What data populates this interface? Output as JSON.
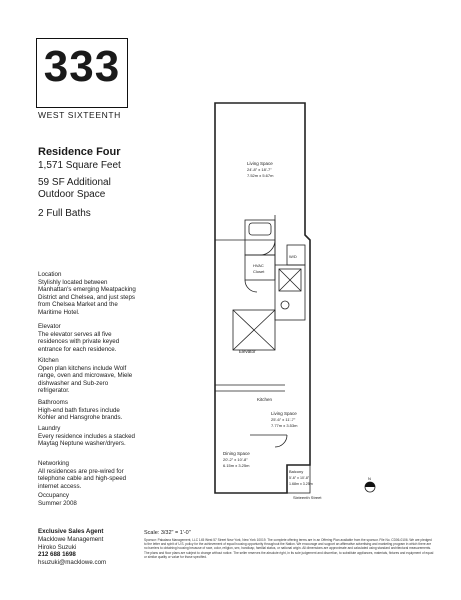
{
  "brand": {
    "number": "333",
    "street": "WEST SIXTEENTH"
  },
  "residence": {
    "title": "Residence Four",
    "square_feet": "1,571 Square Feet",
    "outdoor": "59 SF Additional Outdoor Space",
    "baths": "2 Full Baths"
  },
  "features": [
    {
      "heading": "Location",
      "body": "Stylishly located between Manhattan's emerging Meatpacking District and Chelsea, and just steps from Chelsea Market and the Maritime Hotel."
    },
    {
      "heading": "Elevator",
      "body": "The elevator serves all five residences with private keyed entrance for each residence."
    },
    {
      "heading": "Kitchen",
      "body": "Open plan kitchens include Wolf range, oven and microwave, Miele dishwasher and Sub-zero refrigerator."
    },
    {
      "heading": "Bathrooms",
      "body": "High-end bath fixtures include Kohler and Hansgrohe brands."
    },
    {
      "heading": "Laundry",
      "body": "Every residence includes a stacked Maytag Neptune washer/dryers."
    },
    {
      "heading": "Networking",
      "body": "All residences are pre-wired for telephone cable and high-speed internet access."
    },
    {
      "heading": "Occupancy",
      "body": "Summer 2008"
    }
  ],
  "agent": {
    "heading": "Exclusive Sales Agent",
    "company": "Macklowe Management",
    "name": "Hiroko Suzuki",
    "phone": "212 688 1698",
    "email": "hsuzuki@macklowe.com"
  },
  "scale": "Scale: 3/32\" = 1'-0\"",
  "disclaimer": "Sponsor: Pakalana Management, LLC 145 West 57 Street New York, New York 10019. The complete offering terms are in an Offering Plan available from the sponsor. File No. CD06-0106. We are pledged to the letter and spirit of U.S. policy for the achievement of equal housing opportunity throughout the Nation. We encourage and support an affirmative advertising and marketing program in which there are no barriers to obtaining housing because of race, color, religion, sex, handicap, familial status, or national origin. All dimensions are approximate and calculated using standard architectural measurements. The plans and floor plans are subject to change without notice. The seller reserves the absolute right, in its sole judgement and discretion, to substitute appliances, materials, fixtures and equipment of equal or similar quality or value for those specified.",
  "plan": {
    "living_top": {
      "name": "Living Space",
      "dims_ft": "24'-8\" x 18'-7\"",
      "dims_m": "7.52m x 5.67m"
    },
    "hvac": {
      "name": "HVAC",
      "sub": "Closet"
    },
    "wd": "W/D",
    "elevator": "Elevator",
    "kitchen": "Kitchen",
    "living_mid": {
      "name": "Living Space",
      "dims_ft": "25'-6\" x 11'-7\"",
      "dims_m": "7.77m x 3.53m"
    },
    "dining": {
      "name": "Dining Space",
      "dims_ft": "20'-2\" x 10'-8\"",
      "dims_m": "6.15m x 3.25m"
    },
    "balcony": {
      "name": "Balcony",
      "dims_ft": "5'-6\" x 10'-8\"",
      "dims_m": "1.68m x 3.25m"
    },
    "street": "Sixteenth Street",
    "north": "N"
  }
}
